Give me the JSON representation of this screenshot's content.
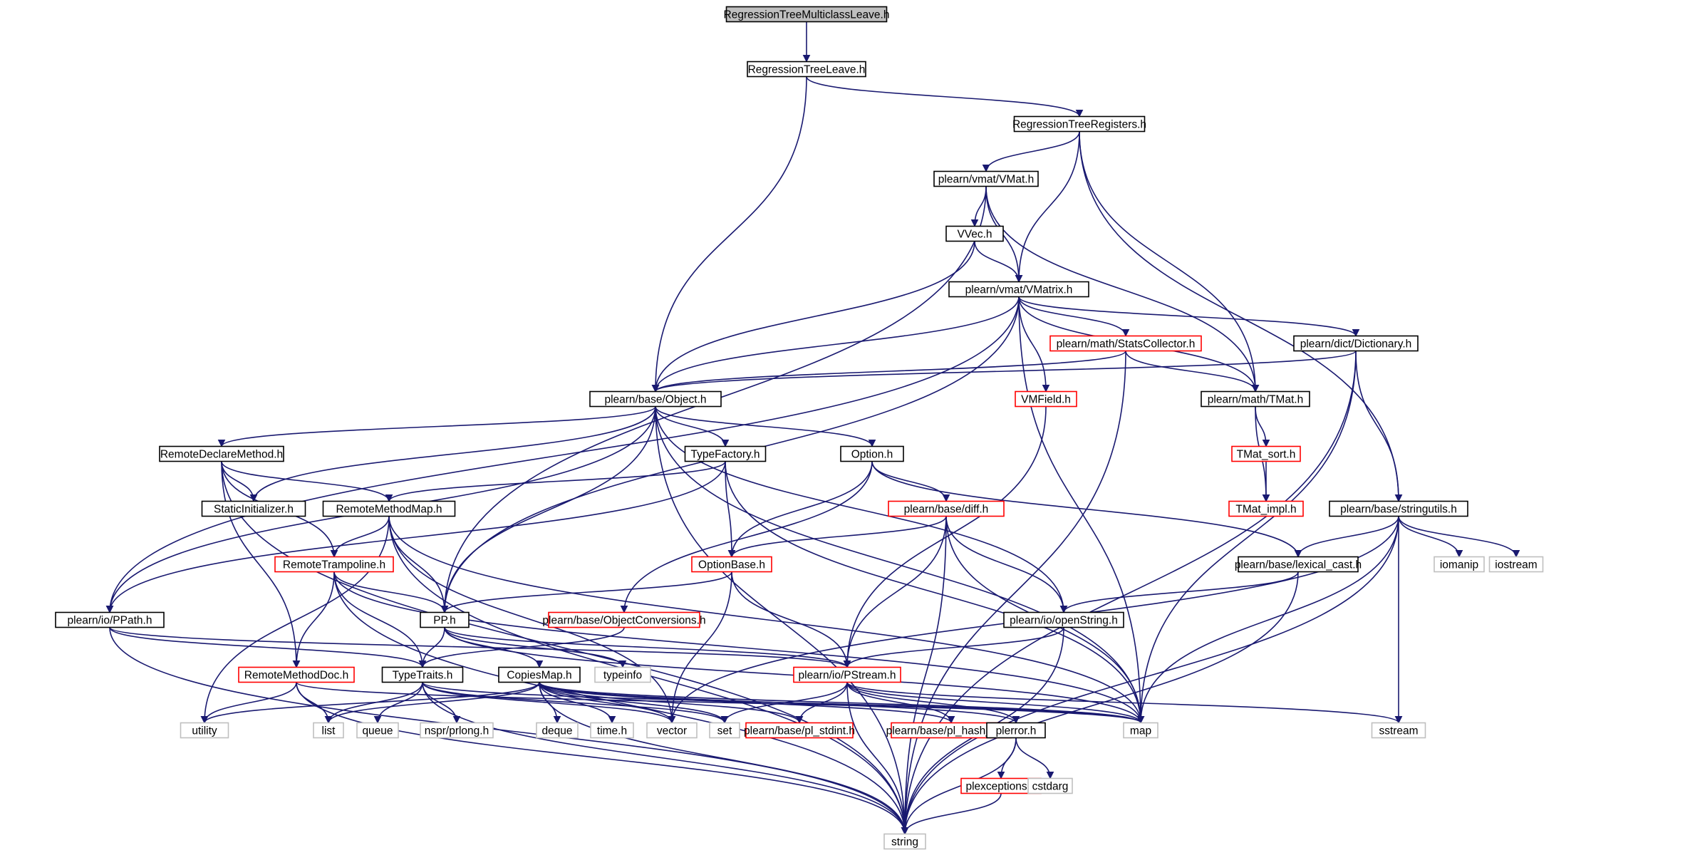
{
  "colors": {
    "edge": "#191970",
    "border_normal": "#000000",
    "border_truncated": "#ff0000",
    "border_external": "#bfbfbf",
    "fill_root": "#bfbfbf",
    "fill": "#ffffff",
    "text": "#000000"
  },
  "nodes": [
    {
      "id": "rtml",
      "label": "RegressionTreeMulticlassLeave.h",
      "kind": "root"
    },
    {
      "id": "rtl",
      "label": "RegressionTreeLeave.h",
      "kind": "normal"
    },
    {
      "id": "rtr",
      "label": "RegressionTreeRegisters.h",
      "kind": "normal"
    },
    {
      "id": "vmat",
      "label": "plearn/vmat/VMat.h",
      "kind": "normal"
    },
    {
      "id": "vvec",
      "label": "VVec.h",
      "kind": "normal"
    },
    {
      "id": "vmatrix",
      "label": "plearn/vmat/VMatrix.h",
      "kind": "normal"
    },
    {
      "id": "stats",
      "label": "plearn/math/StatsCollector.h",
      "kind": "truncated"
    },
    {
      "id": "dict",
      "label": "plearn/dict/Dictionary.h",
      "kind": "normal"
    },
    {
      "id": "object",
      "label": "plearn/base/Object.h",
      "kind": "normal"
    },
    {
      "id": "vmfield",
      "label": "VMField.h",
      "kind": "truncated"
    },
    {
      "id": "tmat",
      "label": "plearn/math/TMat.h",
      "kind": "normal"
    },
    {
      "id": "tmatsort",
      "label": "TMat_sort.h",
      "kind": "truncated"
    },
    {
      "id": "tmatimpl",
      "label": "TMat_impl.h",
      "kind": "truncated"
    },
    {
      "id": "rdm",
      "label": "RemoteDeclareMethod.h",
      "kind": "normal"
    },
    {
      "id": "tf",
      "label": "TypeFactory.h",
      "kind": "normal"
    },
    {
      "id": "option",
      "label": "Option.h",
      "kind": "normal"
    },
    {
      "id": "si",
      "label": "StaticInitializer.h",
      "kind": "normal"
    },
    {
      "id": "rmm",
      "label": "RemoteMethodMap.h",
      "kind": "normal"
    },
    {
      "id": "diff",
      "label": "plearn/base/diff.h",
      "kind": "truncated"
    },
    {
      "id": "su",
      "label": "plearn/base/stringutils.h",
      "kind": "normal"
    },
    {
      "id": "rt",
      "label": "RemoteTrampoline.h",
      "kind": "truncated"
    },
    {
      "id": "ob",
      "label": "OptionBase.h",
      "kind": "truncated"
    },
    {
      "id": "lc",
      "label": "plearn/base/lexical_cast.h",
      "kind": "normal"
    },
    {
      "id": "iomanip",
      "label": "iomanip",
      "kind": "external"
    },
    {
      "id": "iostream",
      "label": "iostream",
      "kind": "external"
    },
    {
      "id": "ppath",
      "label": "plearn/io/PPath.h",
      "kind": "normal"
    },
    {
      "id": "pp",
      "label": "PP.h",
      "kind": "normal"
    },
    {
      "id": "oc",
      "label": "plearn/base/ObjectConversions.h",
      "kind": "truncated"
    },
    {
      "id": "os",
      "label": "plearn/io/openString.h",
      "kind": "normal"
    },
    {
      "id": "rmd",
      "label": "RemoteMethodDoc.h",
      "kind": "truncated"
    },
    {
      "id": "tt",
      "label": "TypeTraits.h",
      "kind": "normal"
    },
    {
      "id": "cm",
      "label": "CopiesMap.h",
      "kind": "normal"
    },
    {
      "id": "typeinfo",
      "label": "typeinfo",
      "kind": "external"
    },
    {
      "id": "ps",
      "label": "plearn/io/PStream.h",
      "kind": "truncated"
    },
    {
      "id": "utility",
      "label": "utility",
      "kind": "external"
    },
    {
      "id": "list",
      "label": "list",
      "kind": "external"
    },
    {
      "id": "queue",
      "label": "queue",
      "kind": "external"
    },
    {
      "id": "nspr",
      "label": "nspr/prlong.h",
      "kind": "external"
    },
    {
      "id": "deque",
      "label": "deque",
      "kind": "external"
    },
    {
      "id": "timeh",
      "label": "time.h",
      "kind": "external"
    },
    {
      "id": "vector",
      "label": "vector",
      "kind": "external"
    },
    {
      "id": "set",
      "label": "set",
      "kind": "external"
    },
    {
      "id": "stdint",
      "label": "plearn/base/pl_stdint.h",
      "kind": "truncated"
    },
    {
      "id": "hashfun",
      "label": "plearn/base/pl_hash_fun.h",
      "kind": "truncated"
    },
    {
      "id": "map",
      "label": "map",
      "kind": "external"
    },
    {
      "id": "plerror",
      "label": "plerror.h",
      "kind": "normal"
    },
    {
      "id": "sstream",
      "label": "sstream",
      "kind": "external"
    },
    {
      "id": "plexc",
      "label": "plexceptions.h",
      "kind": "truncated"
    },
    {
      "id": "cstdarg",
      "label": "cstdarg",
      "kind": "external"
    },
    {
      "id": "string",
      "label": "string",
      "kind": "external"
    }
  ],
  "edges": [
    [
      "rtml",
      "rtl"
    ],
    [
      "rtl",
      "rtr"
    ],
    [
      "rtl",
      "object"
    ],
    [
      "rtr",
      "vmat"
    ],
    [
      "rtr",
      "vmatrix"
    ],
    [
      "rtr",
      "tmat"
    ],
    [
      "rtr",
      "su"
    ],
    [
      "vmat",
      "vvec"
    ],
    [
      "vmat",
      "vmatrix"
    ],
    [
      "vmat",
      "tmat"
    ],
    [
      "vmat",
      "pp"
    ],
    [
      "vvec",
      "vmatrix"
    ],
    [
      "vvec",
      "object"
    ],
    [
      "vmatrix",
      "stats"
    ],
    [
      "vmatrix",
      "dict"
    ],
    [
      "vmatrix",
      "object"
    ],
    [
      "vmatrix",
      "tmat"
    ],
    [
      "vmatrix",
      "vmfield"
    ],
    [
      "vmatrix",
      "map"
    ],
    [
      "vmatrix",
      "ppath"
    ],
    [
      "vmatrix",
      "pp"
    ],
    [
      "stats",
      "object"
    ],
    [
      "stats",
      "tmat"
    ],
    [
      "stats",
      "string"
    ],
    [
      "dict",
      "object"
    ],
    [
      "dict",
      "su"
    ],
    [
      "dict",
      "map"
    ],
    [
      "dict",
      "string"
    ],
    [
      "tmat",
      "tmatsort"
    ],
    [
      "tmat",
      "tmatimpl"
    ],
    [
      "tmatsort",
      "tmatimpl"
    ],
    [
      "vmfield",
      "ps"
    ],
    [
      "object",
      "rdm"
    ],
    [
      "object",
      "tf"
    ],
    [
      "object",
      "option"
    ],
    [
      "object",
      "si"
    ],
    [
      "object",
      "pp"
    ],
    [
      "object",
      "ppath"
    ],
    [
      "object",
      "os"
    ],
    [
      "object",
      "map"
    ],
    [
      "object",
      "string"
    ],
    [
      "rdm",
      "si"
    ],
    [
      "rdm",
      "rmm"
    ],
    [
      "rdm",
      "rt"
    ],
    [
      "rdm",
      "rmd"
    ],
    [
      "rdm",
      "string"
    ],
    [
      "tf",
      "rmm"
    ],
    [
      "tf",
      "ob"
    ],
    [
      "tf",
      "ppath"
    ],
    [
      "tf",
      "map"
    ],
    [
      "option",
      "diff"
    ],
    [
      "option",
      "ob"
    ],
    [
      "option",
      "oc"
    ],
    [
      "option",
      "lc"
    ],
    [
      "rmm",
      "rt"
    ],
    [
      "rmm",
      "pp"
    ],
    [
      "rmm",
      "utility"
    ],
    [
      "rmm",
      "vector"
    ],
    [
      "rmm",
      "map"
    ],
    [
      "rmm",
      "string"
    ],
    [
      "diff",
      "ob"
    ],
    [
      "diff",
      "ps"
    ],
    [
      "diff",
      "os"
    ],
    [
      "diff",
      "map"
    ],
    [
      "diff",
      "string"
    ],
    [
      "su",
      "lc"
    ],
    [
      "su",
      "iomanip"
    ],
    [
      "su",
      "iostream"
    ],
    [
      "su",
      "sstream"
    ],
    [
      "su",
      "map"
    ],
    [
      "su",
      "vector"
    ],
    [
      "su",
      "string"
    ],
    [
      "rt",
      "pp"
    ],
    [
      "rt",
      "tt"
    ],
    [
      "rt",
      "rmd"
    ],
    [
      "rt",
      "string"
    ],
    [
      "rt",
      "map"
    ],
    [
      "ob",
      "pp"
    ],
    [
      "ob",
      "ps"
    ],
    [
      "ob",
      "vector"
    ],
    [
      "lc",
      "os"
    ],
    [
      "lc",
      "string"
    ],
    [
      "ppath",
      "tt"
    ],
    [
      "ppath",
      "string"
    ],
    [
      "ppath",
      "ps"
    ],
    [
      "pp",
      "tt"
    ],
    [
      "pp",
      "cm"
    ],
    [
      "pp",
      "typeinfo"
    ],
    [
      "pp",
      "ps"
    ],
    [
      "pp",
      "map"
    ],
    [
      "oc",
      "tt"
    ],
    [
      "os",
      "ps"
    ],
    [
      "os",
      "string"
    ],
    [
      "rmd",
      "utility"
    ],
    [
      "rmd",
      "list"
    ],
    [
      "rmd",
      "string"
    ],
    [
      "rmd",
      "map"
    ],
    [
      "tt",
      "list"
    ],
    [
      "tt",
      "queue"
    ],
    [
      "tt",
      "nspr"
    ],
    [
      "tt",
      "vector"
    ],
    [
      "tt",
      "set"
    ],
    [
      "tt",
      "map"
    ],
    [
      "tt",
      "string"
    ],
    [
      "cm",
      "deque"
    ],
    [
      "cm",
      "timeh"
    ],
    [
      "cm",
      "vector"
    ],
    [
      "cm",
      "set"
    ],
    [
      "cm",
      "stdint"
    ],
    [
      "cm",
      "hashfun"
    ],
    [
      "cm",
      "map"
    ],
    [
      "cm",
      "plerror"
    ],
    [
      "cm",
      "string"
    ],
    [
      "cm",
      "utility"
    ],
    [
      "cm",
      "list"
    ],
    [
      "ps",
      "set"
    ],
    [
      "ps",
      "stdint"
    ],
    [
      "ps",
      "hashfun"
    ],
    [
      "ps",
      "map"
    ],
    [
      "ps",
      "plerror"
    ],
    [
      "ps",
      "sstream"
    ],
    [
      "ps",
      "string"
    ],
    [
      "plerror",
      "plexc"
    ],
    [
      "plerror",
      "cstdarg"
    ],
    [
      "plerror",
      "string"
    ],
    [
      "plexc",
      "string"
    ]
  ]
}
